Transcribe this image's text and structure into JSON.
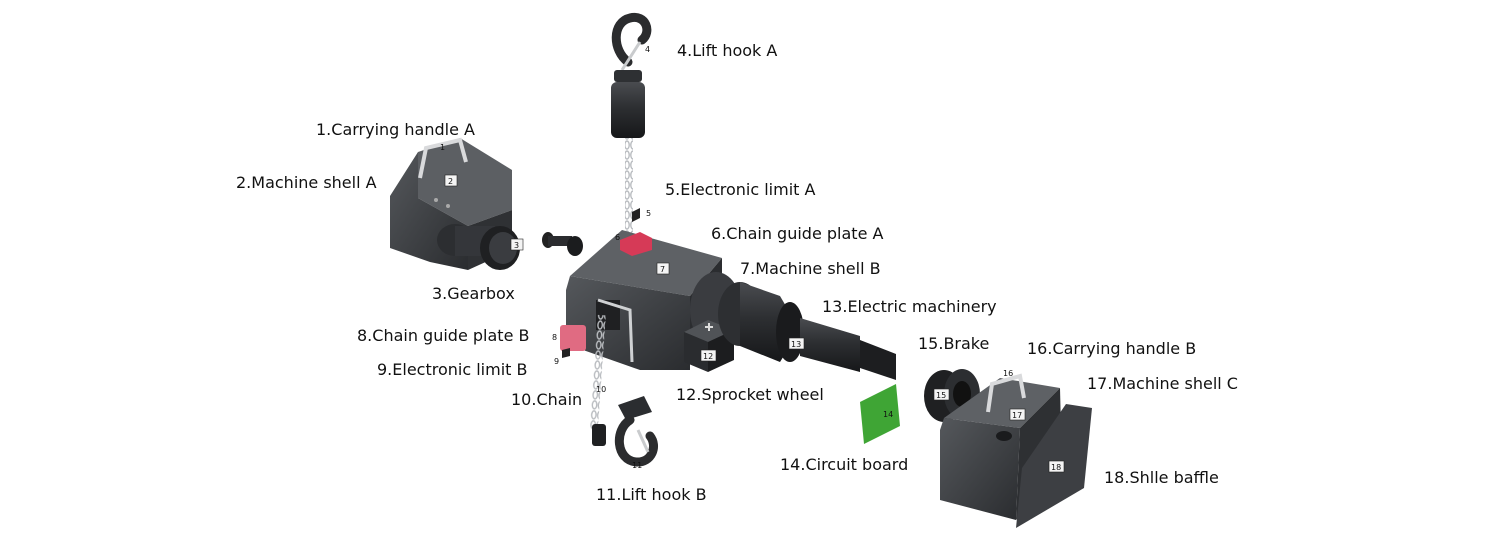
{
  "labels": [
    {
      "id": "1",
      "text": "1.Carrying handle A"
    },
    {
      "id": "2",
      "text": "2.Machine shell A"
    },
    {
      "id": "3",
      "text": "3.Gearbox"
    },
    {
      "id": "4",
      "text": "4.Lift hook A"
    },
    {
      "id": "5",
      "text": "5.Electronic limit A"
    },
    {
      "id": "6",
      "text": "6.Chain guide plate A"
    },
    {
      "id": "7",
      "text": "7.Machine shell B"
    },
    {
      "id": "8",
      "text": "8.Chain guide plate B"
    },
    {
      "id": "9",
      "text": "9.Electronic limit B"
    },
    {
      "id": "10",
      "text": "10.Chain"
    },
    {
      "id": "11",
      "text": "11.Lift hook B"
    },
    {
      "id": "12",
      "text": "12.Sprocket wheel"
    },
    {
      "id": "13",
      "text": "13.Electric machinery"
    },
    {
      "id": "14",
      "text": "14.Circuit board"
    },
    {
      "id": "15",
      "text": "15.Brake"
    },
    {
      "id": "16",
      "text": "16.Carrying handle B"
    },
    {
      "id": "17",
      "text": "17.Machine shell C"
    },
    {
      "id": "18",
      "text": "18.Shlle baffle"
    }
  ],
  "tags": {
    "t1": "1",
    "t2": "2",
    "t3": "3",
    "t4": "4",
    "t5": "5",
    "t6": "6",
    "t7": "7",
    "t8": "8",
    "t9": "9",
    "t10": "10",
    "t11": "11",
    "t12": "12",
    "t13": "13",
    "t14": "14",
    "t15": "15",
    "t16": "16",
    "t17": "17",
    "t18": "18"
  },
  "colors": {
    "shell": "#3b3d40",
    "shell_dark": "#26282b",
    "shell_light": "#55585c",
    "red_plate": "#d63a57",
    "pink_plate": "#e06b82",
    "circuit_board": "#3fa535",
    "chain": "#b9bcc0",
    "handle": "#d9dadc"
  }
}
